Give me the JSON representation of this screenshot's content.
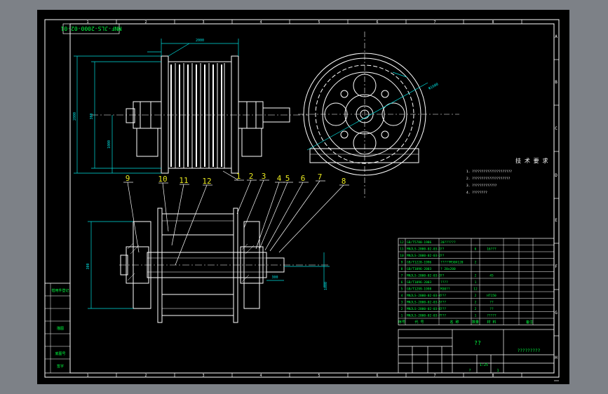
{
  "drawing": {
    "title_stamp": "MNF-JLS-2000-02-01",
    "main_title": "??",
    "subtitle": "?????????",
    "tech_requirements_title": "技 术 要 求",
    "tech_notes": [
      "1. ?????????????????????",
      "2. ????????????????????",
      "3. ?????????????",
      "4. ????????"
    ],
    "dimensions": {
      "top_width": "2000",
      "side_height": "300",
      "side_outer": "2800",
      "side_small": "1000",
      "circle_dia": "Φ1600",
      "bottom_left": "300",
      "bottom_right": "1000",
      "bottom_shaft": "300"
    },
    "balloons": [
      "1",
      "2",
      "3",
      "4",
      "5",
      "6",
      "7",
      "8",
      "9",
      "10",
      "11",
      "12"
    ],
    "row_letters": [
      "A",
      "B",
      "C",
      "D",
      "E",
      "F",
      "G",
      "H"
    ],
    "col_numbers": [
      "1",
      "2",
      "3",
      "4",
      "5",
      "6",
      "7",
      "8"
    ],
    "bom_rows": [
      {
        "no": "12",
        "code": "GB/T5780-1986",
        "name": "20??????",
        "qty": "",
        "mat": ""
      },
      {
        "no": "11",
        "code": "MNJLS-2000-02-03-1",
        "name": "??",
        "qty": "6",
        "mat": "16???"
      },
      {
        "no": "10",
        "code": "MNJLS-2000-02-03-2",
        "name": "??",
        "qty": "",
        "mat": ""
      },
      {
        "no": "9",
        "code": "GB/T1228-1996",
        "name": "?????M30X120",
        "qty": "2",
        "mat": ""
      },
      {
        "no": "8",
        "code": "GB/T1096-2003",
        "name": "? 20x200",
        "qty": "",
        "mat": ""
      },
      {
        "no": "7",
        "code": "MNJLS-2000-02-03-3",
        "name": "??",
        "qty": "2",
        "mat": "45"
      },
      {
        "no": "6",
        "code": "GB/T1096-2003",
        "name": "???? ",
        "qty": "1",
        "mat": ""
      },
      {
        "no": "5",
        "code": "GB/T1299-1998",
        "name": "M30??",
        "qty": "12",
        "mat": ""
      },
      {
        "no": "4",
        "code": "MNJLS-2000-02-03-4",
        "name": "???",
        "qty": "2",
        "mat": "HT150"
      },
      {
        "no": "3",
        "code": "MNJLS-2000-02-03-5",
        "name": "???",
        "qty": "2",
        "mat": "??"
      },
      {
        "no": "2",
        "code": "MNJLS-2000-02-03-6",
        "name": "???",
        "qty": "2",
        "mat": "??"
      },
      {
        "no": "1",
        "code": "MNJLS-2000-02-03-7",
        "name": "???",
        "qty": "1",
        "mat": "?????"
      }
    ],
    "bom_header": {
      "no": "序号",
      "code": "代 号",
      "name": "名 称",
      "qty": "数量",
      "mat": "材 料",
      "note": "备注"
    },
    "title_block": {
      "scale": "1:25",
      "sheet": "1",
      "weight": "?"
    },
    "left_strip": [
      "借用件登记",
      "",
      "",
      "描图",
      "",
      "底图号",
      "签字"
    ]
  },
  "colors": {
    "line_white": "#ffffff",
    "dim_cyan": "#00e0e0",
    "text_green": "#00ff40",
    "balloon_yellow": "#e8e820",
    "frame_bg": "#000000",
    "shade_bg": "#7d8187"
  }
}
